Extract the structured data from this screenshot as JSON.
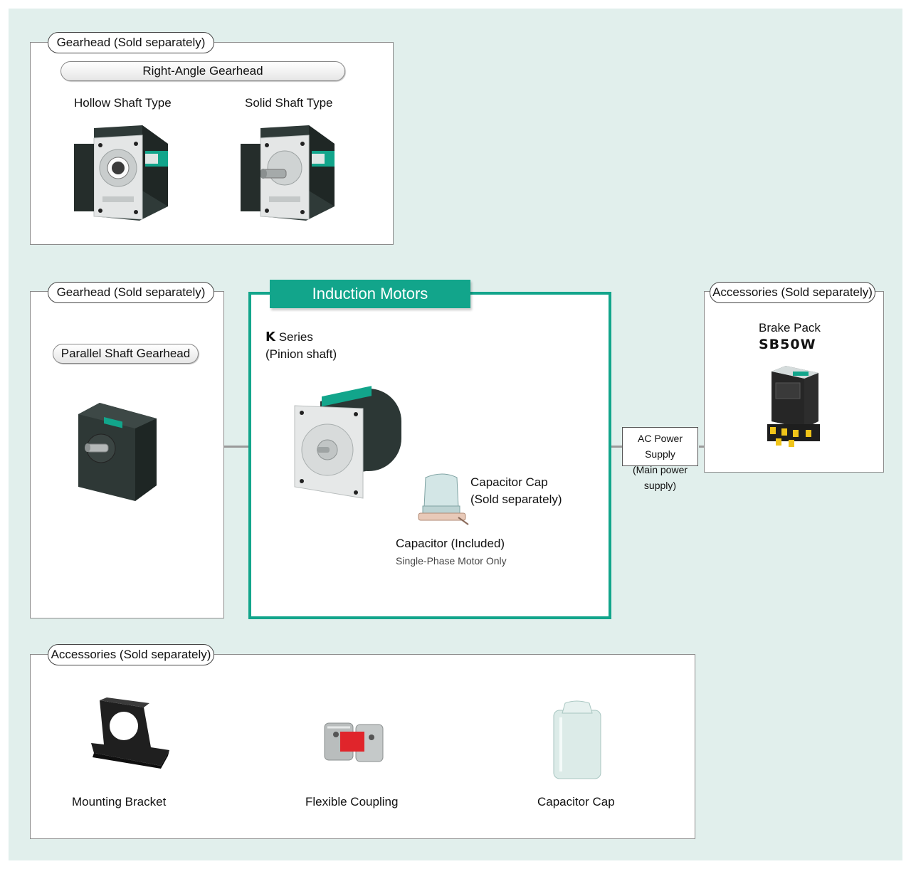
{
  "top_gearhead": {
    "tag": "Gearhead (Sold separately)",
    "subtitle": "Right-Angle Gearhead",
    "hollow_label": "Hollow Shaft Type",
    "solid_label": "Solid Shaft Type"
  },
  "left_gearhead": {
    "tag": "Gearhead (Sold separately)",
    "subtitle": "Parallel Shaft Gearhead"
  },
  "motor": {
    "title": "Induction Motors",
    "series_letter": "K",
    "series_word": "Series",
    "shaft": "(Pinion shaft)",
    "cap_cap_line1": "Capacitor Cap",
    "cap_cap_line2": "(Sold separately)",
    "capacitor_label": "Capacitor (Included)",
    "capacitor_note": "Single-Phase Motor Only"
  },
  "power": {
    "line1": "AC Power Supply",
    "line2": "(Main power supply)"
  },
  "right_accessories": {
    "tag": "Accessories (Sold separately)",
    "label": "Brake Pack",
    "model": "SB50W"
  },
  "bottom_accessories": {
    "tag": "Accessories (Sold separately)",
    "items": [
      "Mounting Bracket",
      "Flexible Coupling",
      "Capacitor Cap"
    ]
  },
  "colors": {
    "teal": "#12a58b",
    "background": "#e1efec",
    "motor_dark": "#2f3a38"
  }
}
